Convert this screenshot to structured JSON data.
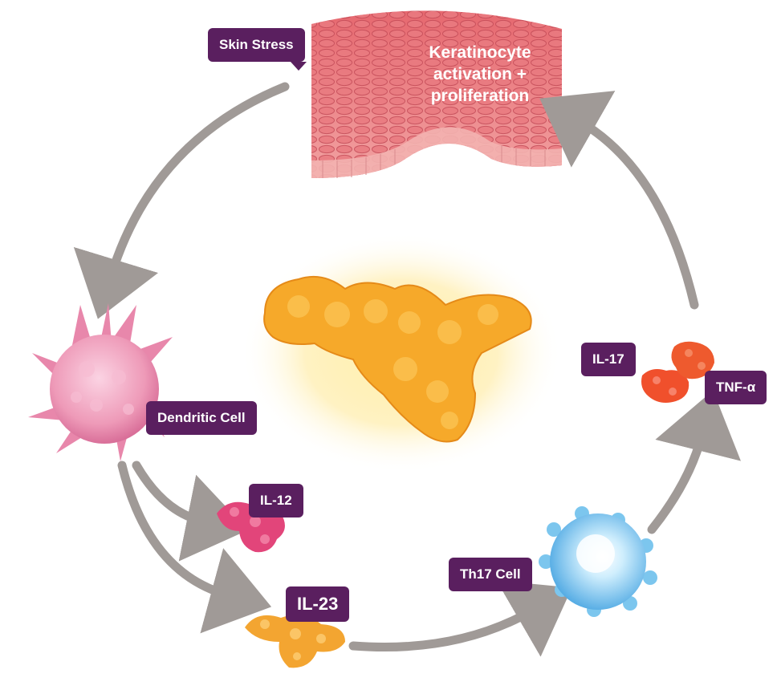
{
  "colors": {
    "label_bg": "#5a1f5f",
    "arrow": "#a09a97",
    "skin": "#e7868a",
    "dendritic": "#ee9ab8",
    "il12": "#e2457a",
    "il23": "#f3a531",
    "central_protein": "#f6a92a",
    "th17": "#7cc6ee",
    "il17": "#f0502c",
    "tnf": "#ee5a2e"
  },
  "labels": {
    "skin_stress": "Skin Stress",
    "keratinocyte_line1": "Keratinocyte",
    "keratinocyte_line2": "activation +",
    "keratinocyte_line3": "proliferation",
    "dendritic_cell": "Dendritic Cell",
    "il12": "IL-12",
    "il23": "IL-23",
    "th17_cell": "Th17 Cell",
    "il17": "IL-17",
    "tnf_alpha": "TNF-α"
  }
}
